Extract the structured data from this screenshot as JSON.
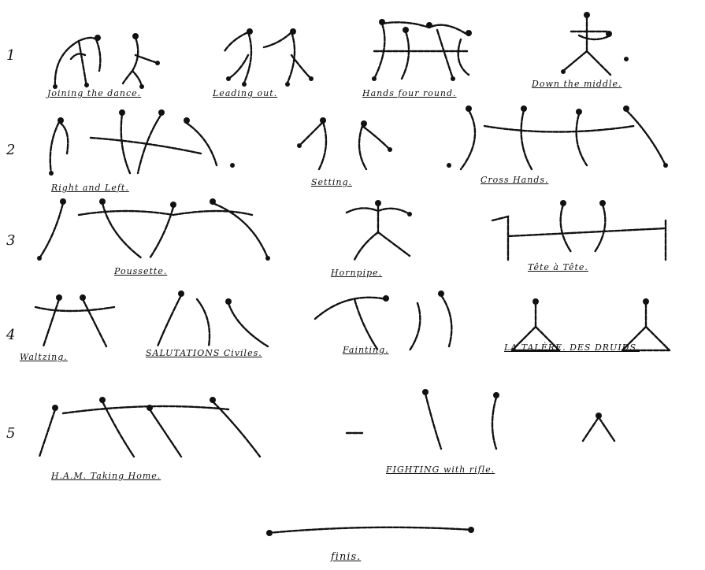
{
  "rows": [
    {
      "num": "1",
      "captions": [
        "Joining the dance.",
        "Leading out.",
        "Hands four round.",
        "Down the middle."
      ]
    },
    {
      "num": "2",
      "captions": [
        "Right and Left.",
        "Setting.",
        "Cross Hands."
      ]
    },
    {
      "num": "3",
      "captions": [
        "Poussette.",
        "Hornpipe.",
        "Tête à Tête."
      ]
    },
    {
      "num": "4",
      "captions": [
        "Waltzing.",
        "SALUTATIONS Civiles.",
        "Fainting.",
        "LA TALÈRE. DES DRUIDS."
      ]
    },
    {
      "num": "5",
      "captions": [
        "H.A.M. Taking Home.",
        "FIGHTING with rifle."
      ]
    }
  ],
  "ending": {
    "caption": "finis."
  },
  "colors": {
    "ink": "#111111",
    "paper": "#ffffff"
  }
}
